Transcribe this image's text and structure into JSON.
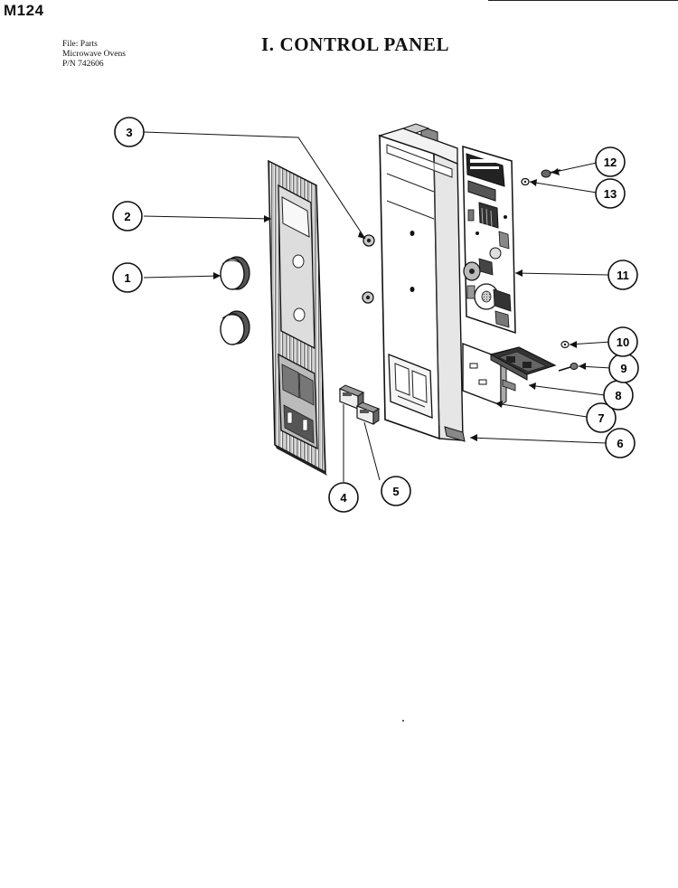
{
  "header": {
    "model": "M124",
    "file_lines": [
      "File: Parts",
      "Microwave Ovens",
      "P/N 742606"
    ],
    "title": "I. CONTROL PANEL"
  },
  "diagram": {
    "callouts": [
      {
        "id": "c1",
        "label": "1"
      },
      {
        "id": "c2",
        "label": "2"
      },
      {
        "id": "c3",
        "label": "3"
      },
      {
        "id": "c4",
        "label": "4"
      },
      {
        "id": "c5",
        "label": "5"
      },
      {
        "id": "c6",
        "label": "6"
      },
      {
        "id": "c7",
        "label": "7"
      },
      {
        "id": "c8",
        "label": "8"
      },
      {
        "id": "c9",
        "label": "9"
      },
      {
        "id": "c10",
        "label": "10"
      },
      {
        "id": "c11",
        "label": "11"
      },
      {
        "id": "c12",
        "label": "12"
      },
      {
        "id": "c13",
        "label": "13"
      }
    ]
  }
}
